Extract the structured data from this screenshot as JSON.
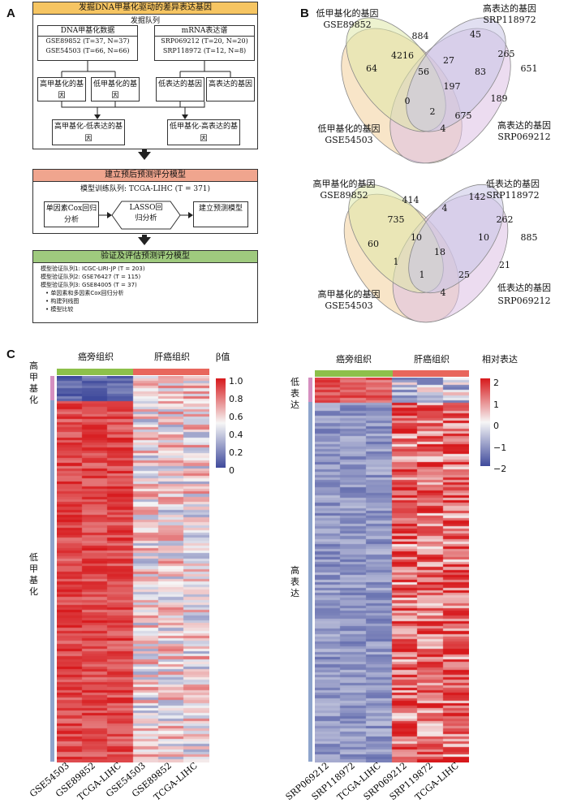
{
  "panels": {
    "a": "A",
    "b": "B",
    "c": "C"
  },
  "flow": {
    "box1_title": "发掘DNA甲基化驱动的差异表达基因",
    "cohort_label": "发掘队列",
    "dna_title": "DNA甲基化数据",
    "dna_lines": [
      "GSE89852 (T=37, N=37)",
      "GSE54503 (T=66, N=66)"
    ],
    "mrna_title": "mRNA表达谱",
    "mrna_lines": [
      "SRP069212 (T=20, N=20)",
      "SRP118972 (T=12, N=8)"
    ],
    "hyper_methyl": "高甲基化的基因",
    "hypo_methyl": "低甲基化的基因",
    "low_expr": "低表达的基因",
    "high_expr": "高表达的基因",
    "out_left": "高甲基化-低表达的基因",
    "out_right": "低甲基化-高表达的基因",
    "box2_title": "建立预后预测评分模型",
    "train_cohort": "模型训练队列: TCGA-LIHC (T = 371)",
    "cox_uni": "单因素Cox回归分析",
    "lasso": "LASSO回归分析",
    "build_model": "建立预测模型",
    "box3_title": "验证及评估预测评分模型",
    "valid_lines": [
      "模型验证队列1: ICGC-LIRI-JP (T = 203)",
      "模型验证队列2: GSE76427 (T = 115)",
      "模型验证队列3: GSE84005 (T = 37)"
    ],
    "bullets": [
      "单因素和多因素Cox回归分析",
      "构建列线图",
      "模型比较"
    ]
  },
  "venn_top": {
    "labels": {
      "tl": [
        "低甲基化的基因",
        "GSE89852"
      ],
      "tr": [
        "高表达的基因",
        "SRP118972"
      ],
      "bl": [
        "低甲基化的基因",
        "GSE54503"
      ],
      "br": [
        "高表达的基因",
        "SRP069212"
      ]
    },
    "colors": [
      "#dfe8a8",
      "#c9c4e6",
      "#f2cf9a",
      "#dcbfe3"
    ],
    "numbers": {
      "A": "884",
      "B": "45",
      "AB": "27",
      "C": "64",
      "AC": "4216",
      "ABC": "56",
      "D": "651",
      "BD": "265",
      "ABD": "83",
      "ABCD": "197",
      "CD": "4",
      "BC": "0",
      "ACD": "2",
      "BCD": "675",
      "AD": "189"
    }
  },
  "venn_bottom": {
    "labels": {
      "tl": [
        "高甲基化的基因",
        "GSE89852"
      ],
      "tr": [
        "低表达的基因",
        "SRP118972"
      ],
      "bl": [
        "高甲基化的基因",
        "GSE54503"
      ],
      "br": [
        "低表达的基因",
        "SRP069212"
      ]
    },
    "colors": [
      "#dfe8a8",
      "#c9c4e6",
      "#f2cf9a",
      "#dcbfe3"
    ],
    "numbers": {
      "A": "414",
      "B": "142",
      "AB": "4",
      "C": "60",
      "AC": "735",
      "ABC": "10",
      "D": "885",
      "BD": "262",
      "ABD": "10",
      "ABCD": "18",
      "CD": "4",
      "BC": "1",
      "ACD": "1",
      "BCD": "25",
      "AD": "21"
    }
  },
  "heatmap_left": {
    "group_normal": "癌旁组织",
    "group_tumor": "肝癌组织",
    "legend_title": "β值",
    "legend_ticks": [
      "1.0",
      "0.8",
      "0.6",
      "0.4",
      "0.2",
      "0"
    ],
    "row_group_top": "高甲基化",
    "row_group_bottom": "低甲基化",
    "columns": [
      "GSE54503",
      "GSE89852",
      "TCGA-LIHC",
      "GSE54503",
      "GSE89852",
      "TCGA-LIHC"
    ]
  },
  "heatmap_right": {
    "group_normal": "癌旁组织",
    "group_tumor": "肝癌组织",
    "legend_title": "相对表达",
    "legend_ticks": [
      "2",
      "1",
      "0",
      "−1",
      "−2"
    ],
    "row_group_top": "低表达",
    "row_group_bottom": "高表达",
    "columns": [
      "SRP069212",
      "SRP118972",
      "TCGA-LIHC",
      "SRP069212",
      "SRP119872",
      "TCGA-LIHC"
    ]
  },
  "colors": {
    "normal_bar": "#8dc04a",
    "tumor_bar": "#e8665c",
    "rowbar_top": "#d58fc0",
    "rowbar_bottom": "#8ea4cc",
    "hot": "#d7191c",
    "cold": "#3f4a9c",
    "box1_header": "#f6c562",
    "box2_header": "#f0a58e",
    "box3_header": "#9fca7e"
  }
}
